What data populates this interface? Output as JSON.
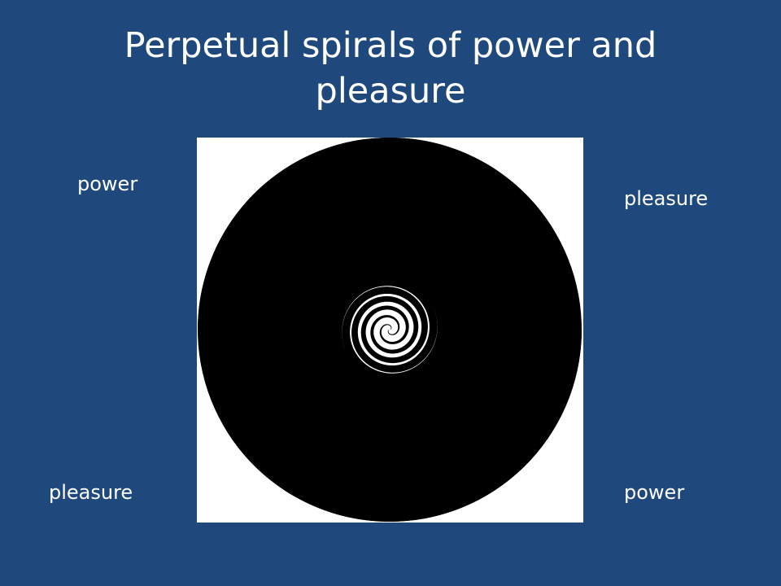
{
  "slide": {
    "title": "Perpetual spirals of power and pleasure",
    "labels": {
      "top_left": "power",
      "top_right": "pleasure",
      "bottom_left": "pleasure",
      "bottom_right": "power"
    }
  },
  "colors": {
    "background": "#1f497d",
    "text": "#ffffff",
    "spiral_ink": "#000000",
    "spiral_paper": "#ffffff"
  }
}
